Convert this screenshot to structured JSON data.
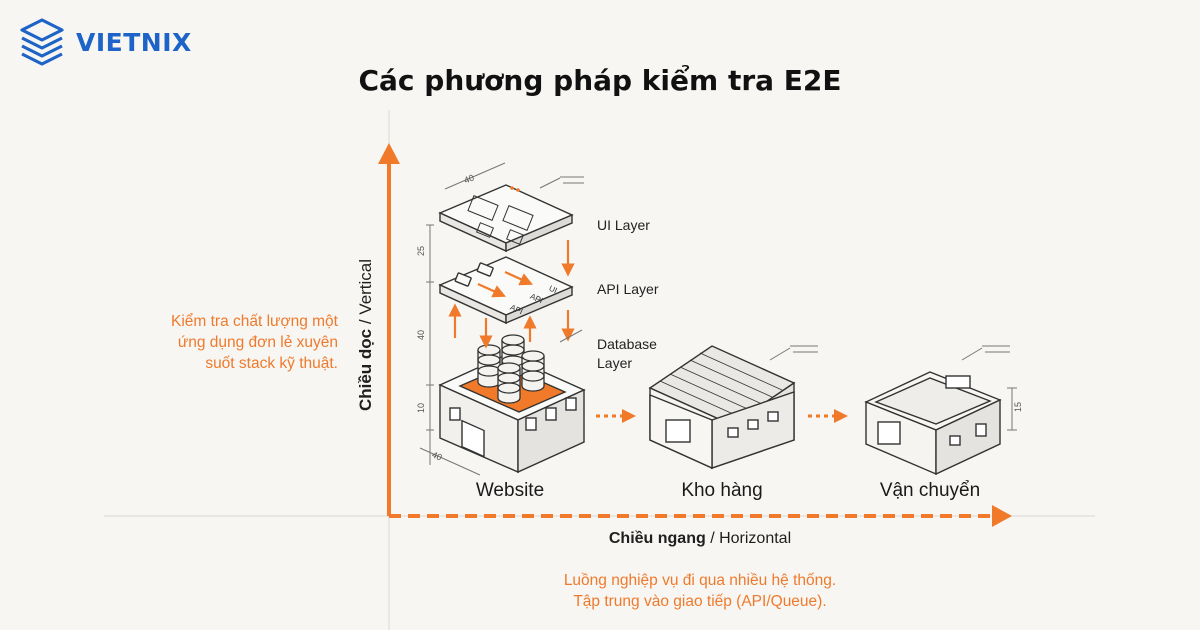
{
  "brand": {
    "name": "VIETNIX"
  },
  "title": "Các phương pháp kiểm tra E2E",
  "axes": {
    "vertical_bold": "Chiều dọc",
    "vertical_rest": " / Vertical",
    "horizontal_bold": "Chiều ngang",
    "horizontal_rest": " / Horizontal"
  },
  "vertical_note": [
    "Kiểm tra chất lượng một",
    "ứng dụng đơn lẻ xuyên",
    "suốt stack kỹ thuật."
  ],
  "layers": {
    "ui": "UI Layer",
    "api": "API Layer",
    "db_line1": "Database",
    "db_line2": "Layer"
  },
  "diagram_labels": {
    "ui_arrow": "UI",
    "api_arrow_1": "API",
    "api_arrow_2": "API"
  },
  "dimensions": {
    "top": "40",
    "bottom": "40",
    "side_25": "25",
    "side_40": "40",
    "side_10": "10",
    "right_15": "15"
  },
  "systems": [
    "Website",
    "Kho hàng",
    "Vận chuyển"
  ],
  "horizontal_note": [
    "Luồng nghiệp vụ đi qua nhiều hệ thống.",
    "Tập trung vào giao tiếp (API/Queue)."
  ],
  "colors": {
    "accent": "#f07a2a",
    "brand": "#1e64c8",
    "line": "#333333"
  }
}
